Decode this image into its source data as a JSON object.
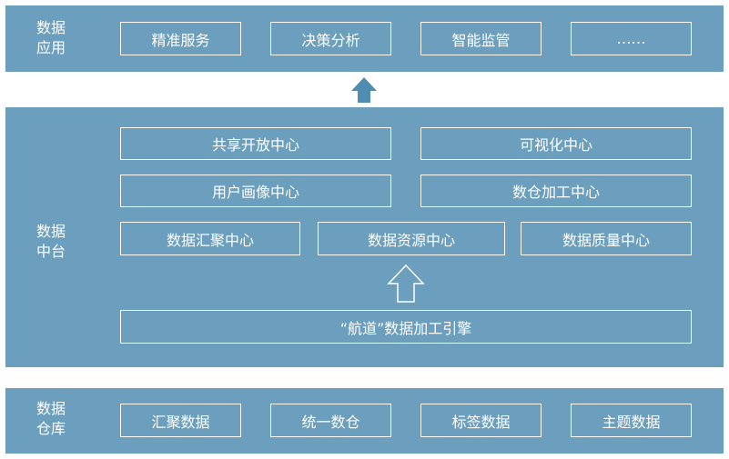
{
  "app_layer": {
    "label": "数据\n应用",
    "items": [
      "精准服务",
      "决策分析",
      "智能监管",
      "……"
    ]
  },
  "platform_layer": {
    "label": "数据\n中台",
    "row1": [
      "共享开放中心",
      "可视化中心"
    ],
    "row2": [
      "用户画像中心",
      "数仓加工中心"
    ],
    "row3": [
      "数据汇聚中心",
      "数据资源中心",
      "数据质量中心"
    ],
    "engine": "“航道”数据加工引擎"
  },
  "warehouse_layer": {
    "label": "数据\n仓库",
    "items": [
      "汇聚数据",
      "统一数仓",
      "标签数据",
      "主题数据"
    ]
  },
  "colors": {
    "layer_bg": "#6b9fbd",
    "box_border": "#ffffff",
    "arrow_fill": "#4f8db3"
  }
}
